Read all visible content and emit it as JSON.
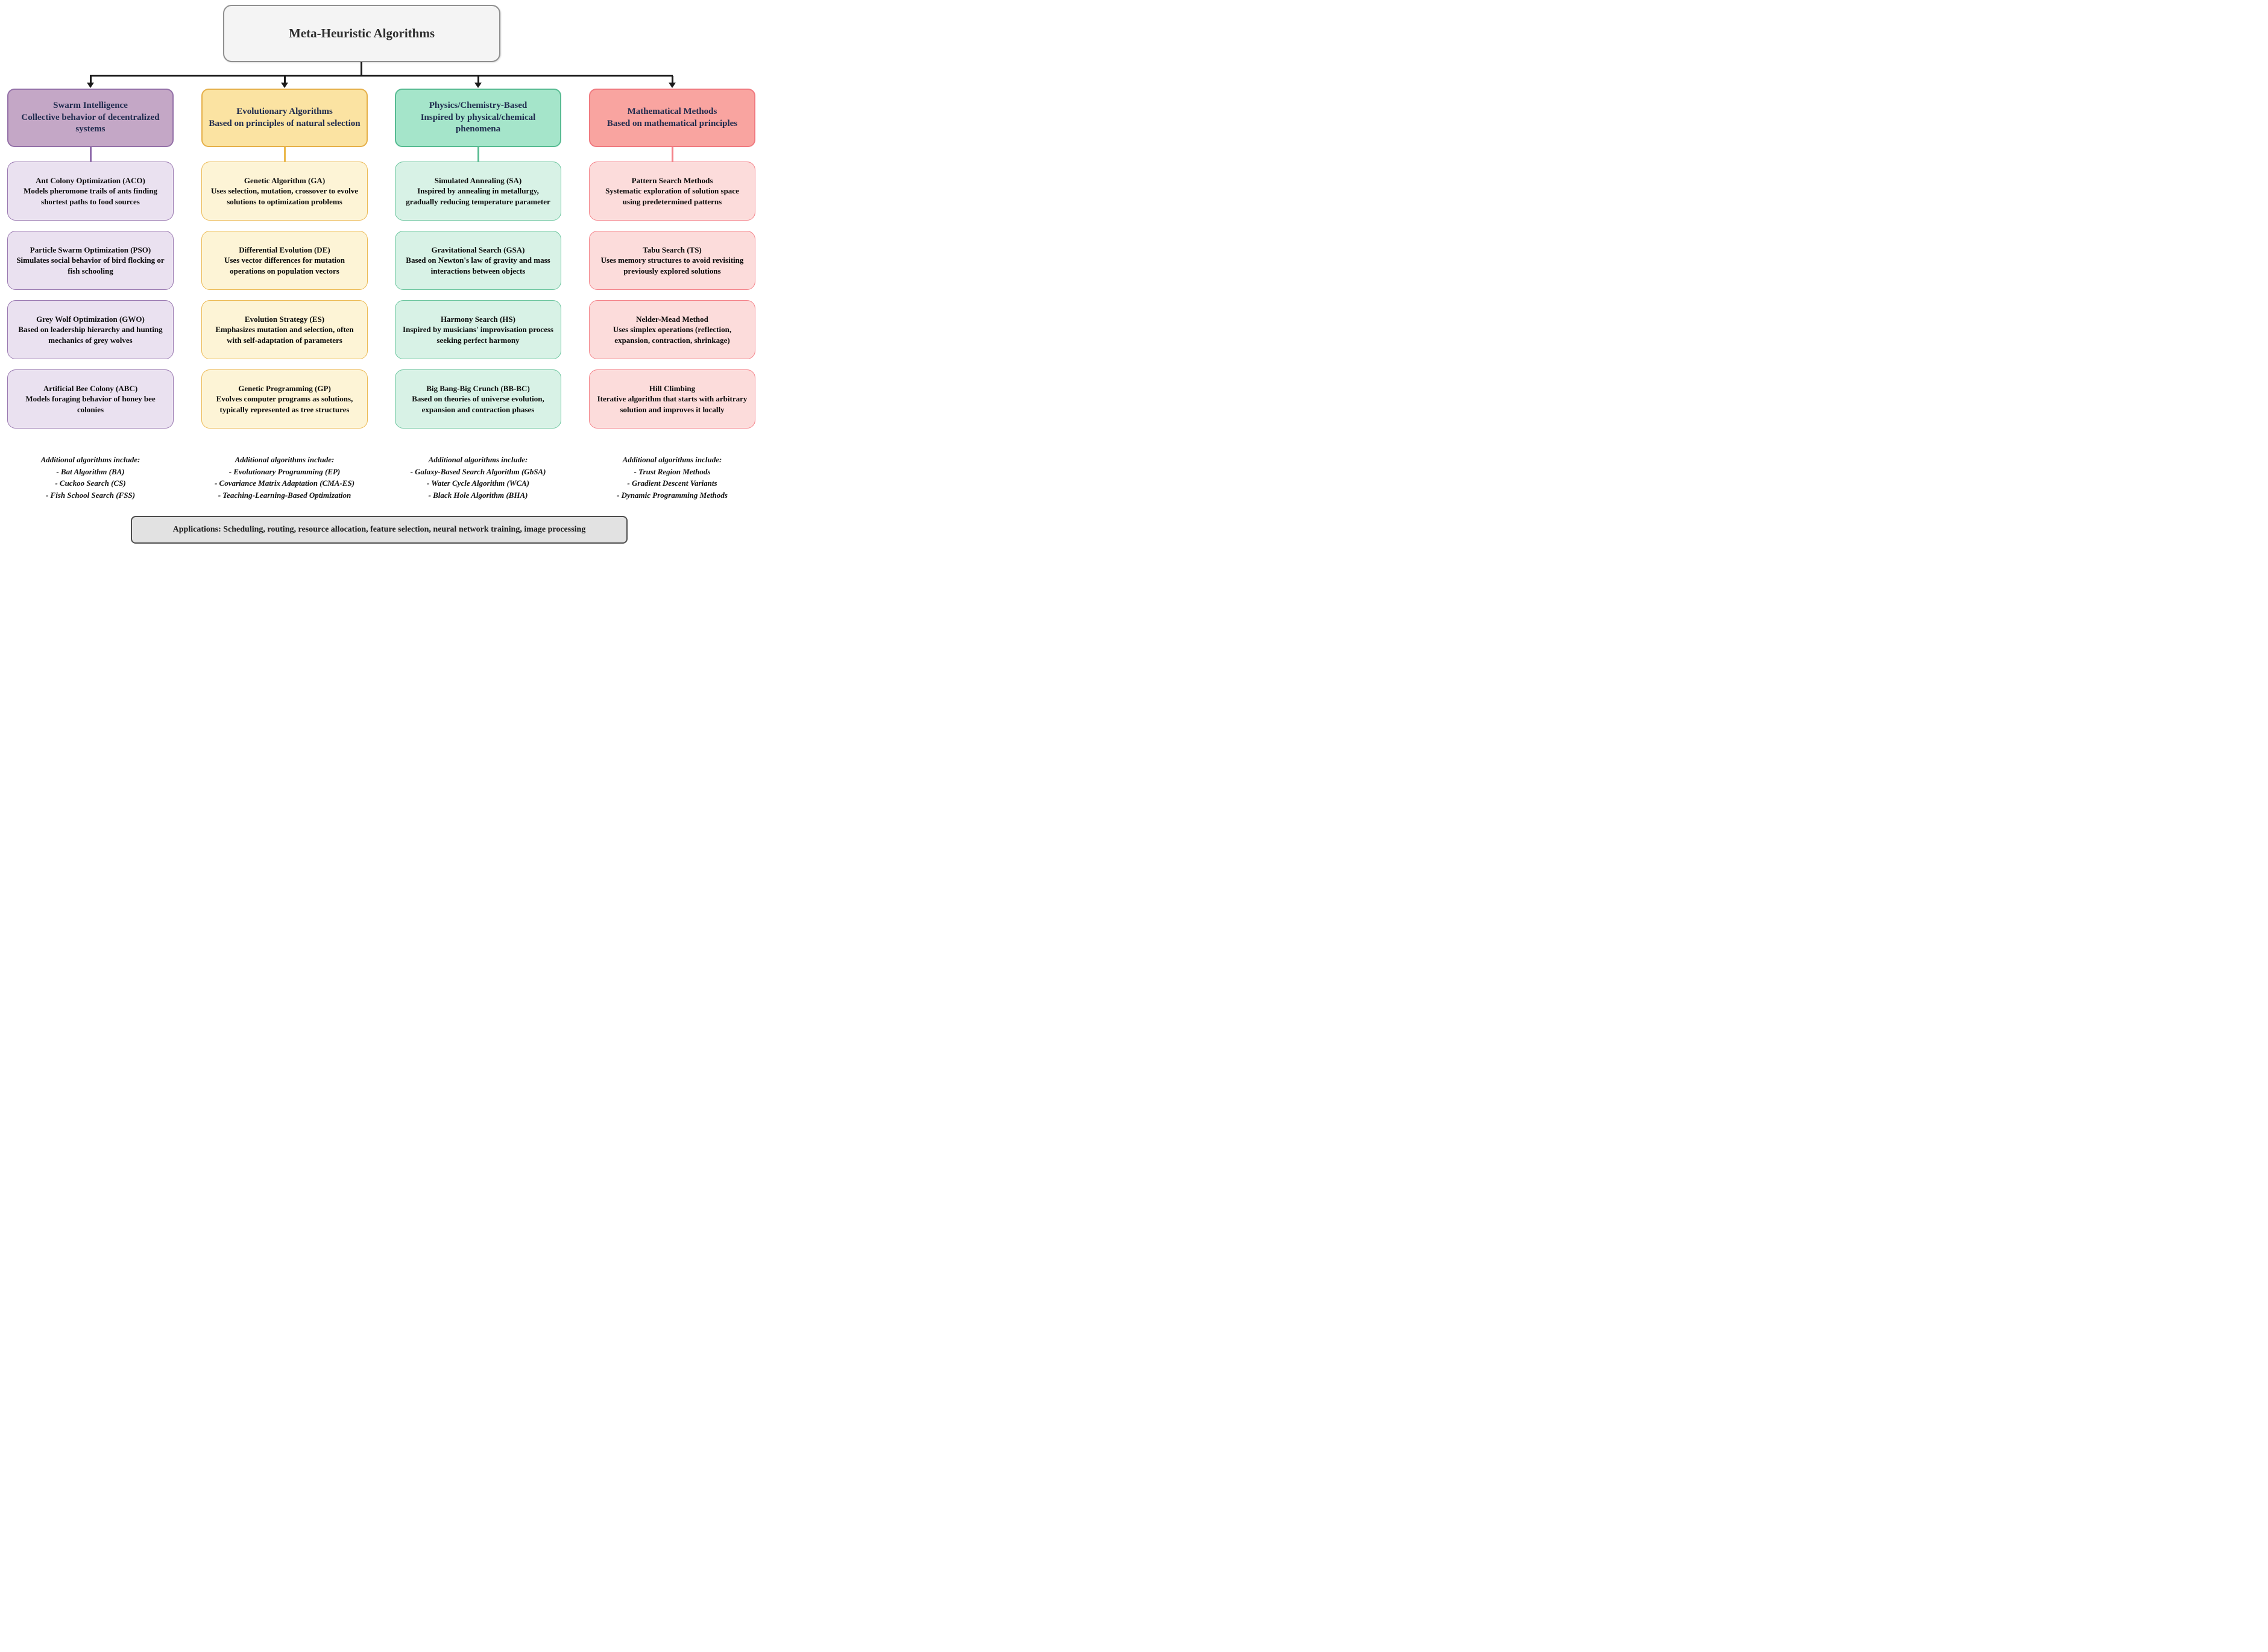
{
  "title": "Meta-Heuristic Algorithms",
  "frame": {
    "title": {
      "bg": "#f4f4f4",
      "border": "#8f8f8f",
      "text": "#2e2e2e"
    },
    "applications": {
      "bg": "#e2e2e2",
      "border": "#4e4e4e",
      "text": "#1c1c1c"
    },
    "line_color": "#1a1a1a",
    "header_text_color": "#1e2a4d"
  },
  "applications_label": "Applications: Scheduling, routing, resource allocation, feature selection, neural network training, image processing",
  "columns": [
    {
      "id": "swarm-intelligence",
      "header": {
        "line1": "Swarm Intelligence",
        "line2": "Collective behavior of decentralized systems"
      },
      "colors": {
        "header_bg": "#c4a7c6",
        "header_border": "#9471a8",
        "box_bg": "#eae1f0",
        "box_border": "#9a79b1",
        "connector": "#8f6bab"
      },
      "boxes": [
        {
          "name": "Ant Colony Optimization (ACO)",
          "desc": "Models pheromone trails of ants finding shortest paths to food sources"
        },
        {
          "name": "Particle Swarm Optimization (PSO)",
          "desc": "Simulates social behavior of bird flocking or fish schooling"
        },
        {
          "name": "Grey Wolf Optimization (GWO)",
          "desc": "Based on leadership hierarchy and hunting mechanics of grey wolves"
        },
        {
          "name": "Artificial Bee Colony (ABC)",
          "desc": "Models foraging behavior of honey bee colonies"
        }
      ],
      "additional": {
        "heading": "Additional algorithms include:",
        "items": [
          "- Bat Algorithm (BA)",
          "- Cuckoo Search (CS)",
          "- Fish School Search (FSS)"
        ]
      }
    },
    {
      "id": "evolutionary-algorithms",
      "header": {
        "line1": "Evolutionary Algorithms",
        "line2": "Based on principles of natural selection"
      },
      "colors": {
        "header_bg": "#fbe3a2",
        "header_border": "#e5b04a",
        "box_bg": "#fdf4d6",
        "box_border": "#ecba55",
        "connector": "#eab94e"
      },
      "boxes": [
        {
          "name": "Genetic Algorithm (GA)",
          "desc": "Uses selection, mutation, crossover to evolve solutions to optimization problems"
        },
        {
          "name": "Differential Evolution (DE)",
          "desc": "Uses vector differences for mutation operations on population vectors"
        },
        {
          "name": "Evolution Strategy (ES)",
          "desc": "Emphasizes mutation and selection, often with self-adaptation of parameters"
        },
        {
          "name": "Genetic Programming (GP)",
          "desc": "Evolves computer programs as solutions, typically represented as tree structures"
        }
      ],
      "additional": {
        "heading": "Additional algorithms include:",
        "items": [
          "- Evolutionary Programming (EP)",
          "- Covariance Matrix Adaptation (CMA-ES)",
          "- Teaching-Learning-Based Optimization"
        ]
      }
    },
    {
      "id": "physics-chemistry-based",
      "header": {
        "line1": "Physics/Chemistry-Based",
        "line2": "Inspired by physical/chemical phenomena"
      },
      "colors": {
        "header_bg": "#a5e5ca",
        "header_border": "#57bb92",
        "box_bg": "#d8f2e6",
        "box_border": "#6bc59e",
        "connector": "#5abc93"
      },
      "boxes": [
        {
          "name": "Simulated Annealing (SA)",
          "desc": "Inspired by annealing in metallurgy, gradually reducing temperature parameter"
        },
        {
          "name": "Gravitational Search (GSA)",
          "desc": "Based on Newton's law of gravity and mass interactions between objects"
        },
        {
          "name": "Harmony Search (HS)",
          "desc": "Inspired by musicians' improvisation process seeking perfect harmony"
        },
        {
          "name": "Big Bang-Big Crunch (BB-BC)",
          "desc": "Based on theories of universe evolution, expansion and contraction phases"
        }
      ],
      "additional": {
        "heading": "Additional algorithms include:",
        "items": [
          "- Galaxy-Based Search Algorithm (GbSA)",
          "- Water Cycle Algorithm (WCA)",
          "- Black Hole Algorithm (BHA)"
        ]
      }
    },
    {
      "id": "mathematical-methods",
      "header": {
        "line1": "Mathematical Methods",
        "line2": "Based on mathematical principles"
      },
      "colors": {
        "header_bg": "#f9a4a0",
        "header_border": "#f07a80",
        "box_bg": "#fcdcdb",
        "box_border": "#f48289",
        "connector": "#f48289"
      },
      "boxes": [
        {
          "name": "Pattern Search Methods",
          "desc": "Systematic exploration of solution space using predetermined patterns"
        },
        {
          "name": "Tabu Search (TS)",
          "desc": "Uses memory structures to avoid revisiting previously explored solutions"
        },
        {
          "name": "Nelder-Mead Method",
          "desc": "Uses simplex operations (reflection, expansion, contraction, shrinkage)"
        },
        {
          "name": "Hill Climbing",
          "desc": "Iterative algorithm that starts with arbitrary solution and improves it locally"
        }
      ],
      "additional": {
        "heading": "Additional algorithms include:",
        "items": [
          "- Trust Region Methods",
          "- Gradient Descent Variants",
          "- Dynamic Programming Methods"
        ]
      }
    }
  ]
}
